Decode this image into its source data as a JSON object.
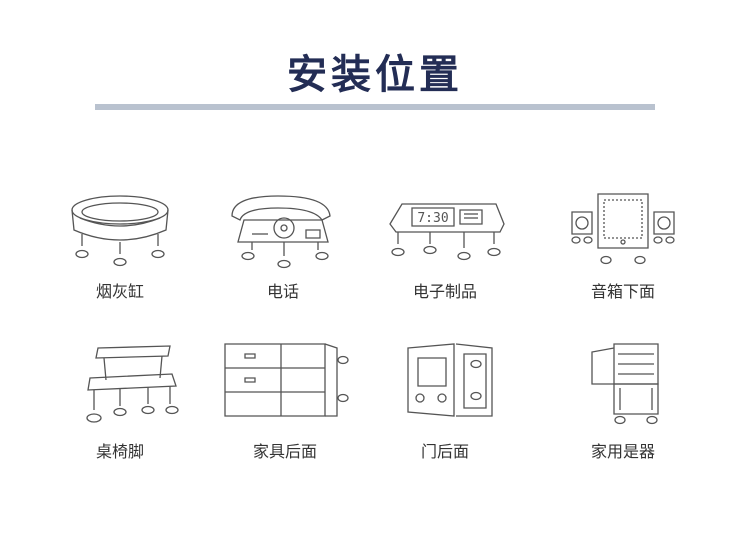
{
  "page": {
    "title": "安装位置",
    "accent_color": "#232d55",
    "bar_color": "#b9c2cf"
  },
  "items": [
    {
      "label": "烟灰缸",
      "icon": "ashtray-icon"
    },
    {
      "label": "电话",
      "icon": "telephone-icon"
    },
    {
      "label": "电子制品",
      "icon": "digital-clock-icon"
    },
    {
      "label": "音箱下面",
      "icon": "speaker-icon"
    },
    {
      "label": "桌椅脚",
      "icon": "stool-icon"
    },
    {
      "label": "家具后面",
      "icon": "cabinet-icon"
    },
    {
      "label": "门后面",
      "icon": "door-icon"
    },
    {
      "label": "家用是器",
      "icon": "appliance-icon"
    }
  ],
  "clock_display": "7:30"
}
